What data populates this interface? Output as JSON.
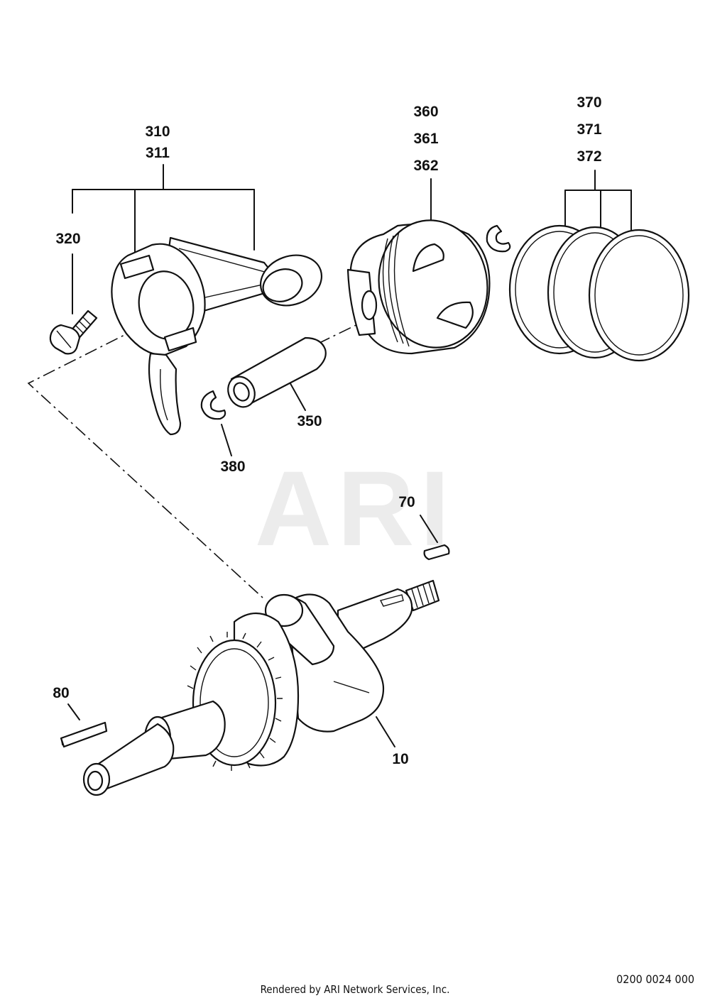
{
  "watermark": "ARI",
  "labels": {
    "p310": "310",
    "p311": "311",
    "p320": "320",
    "p350": "350",
    "p360": "360",
    "p361": "361",
    "p362": "362",
    "p370": "370",
    "p371": "371",
    "p372": "372",
    "p380": "380",
    "p70": "70",
    "p80": "80",
    "p10": "10"
  },
  "footer": {
    "credit": "Rendered by ARI Network Services, Inc.",
    "code": "0200 0024 000"
  }
}
